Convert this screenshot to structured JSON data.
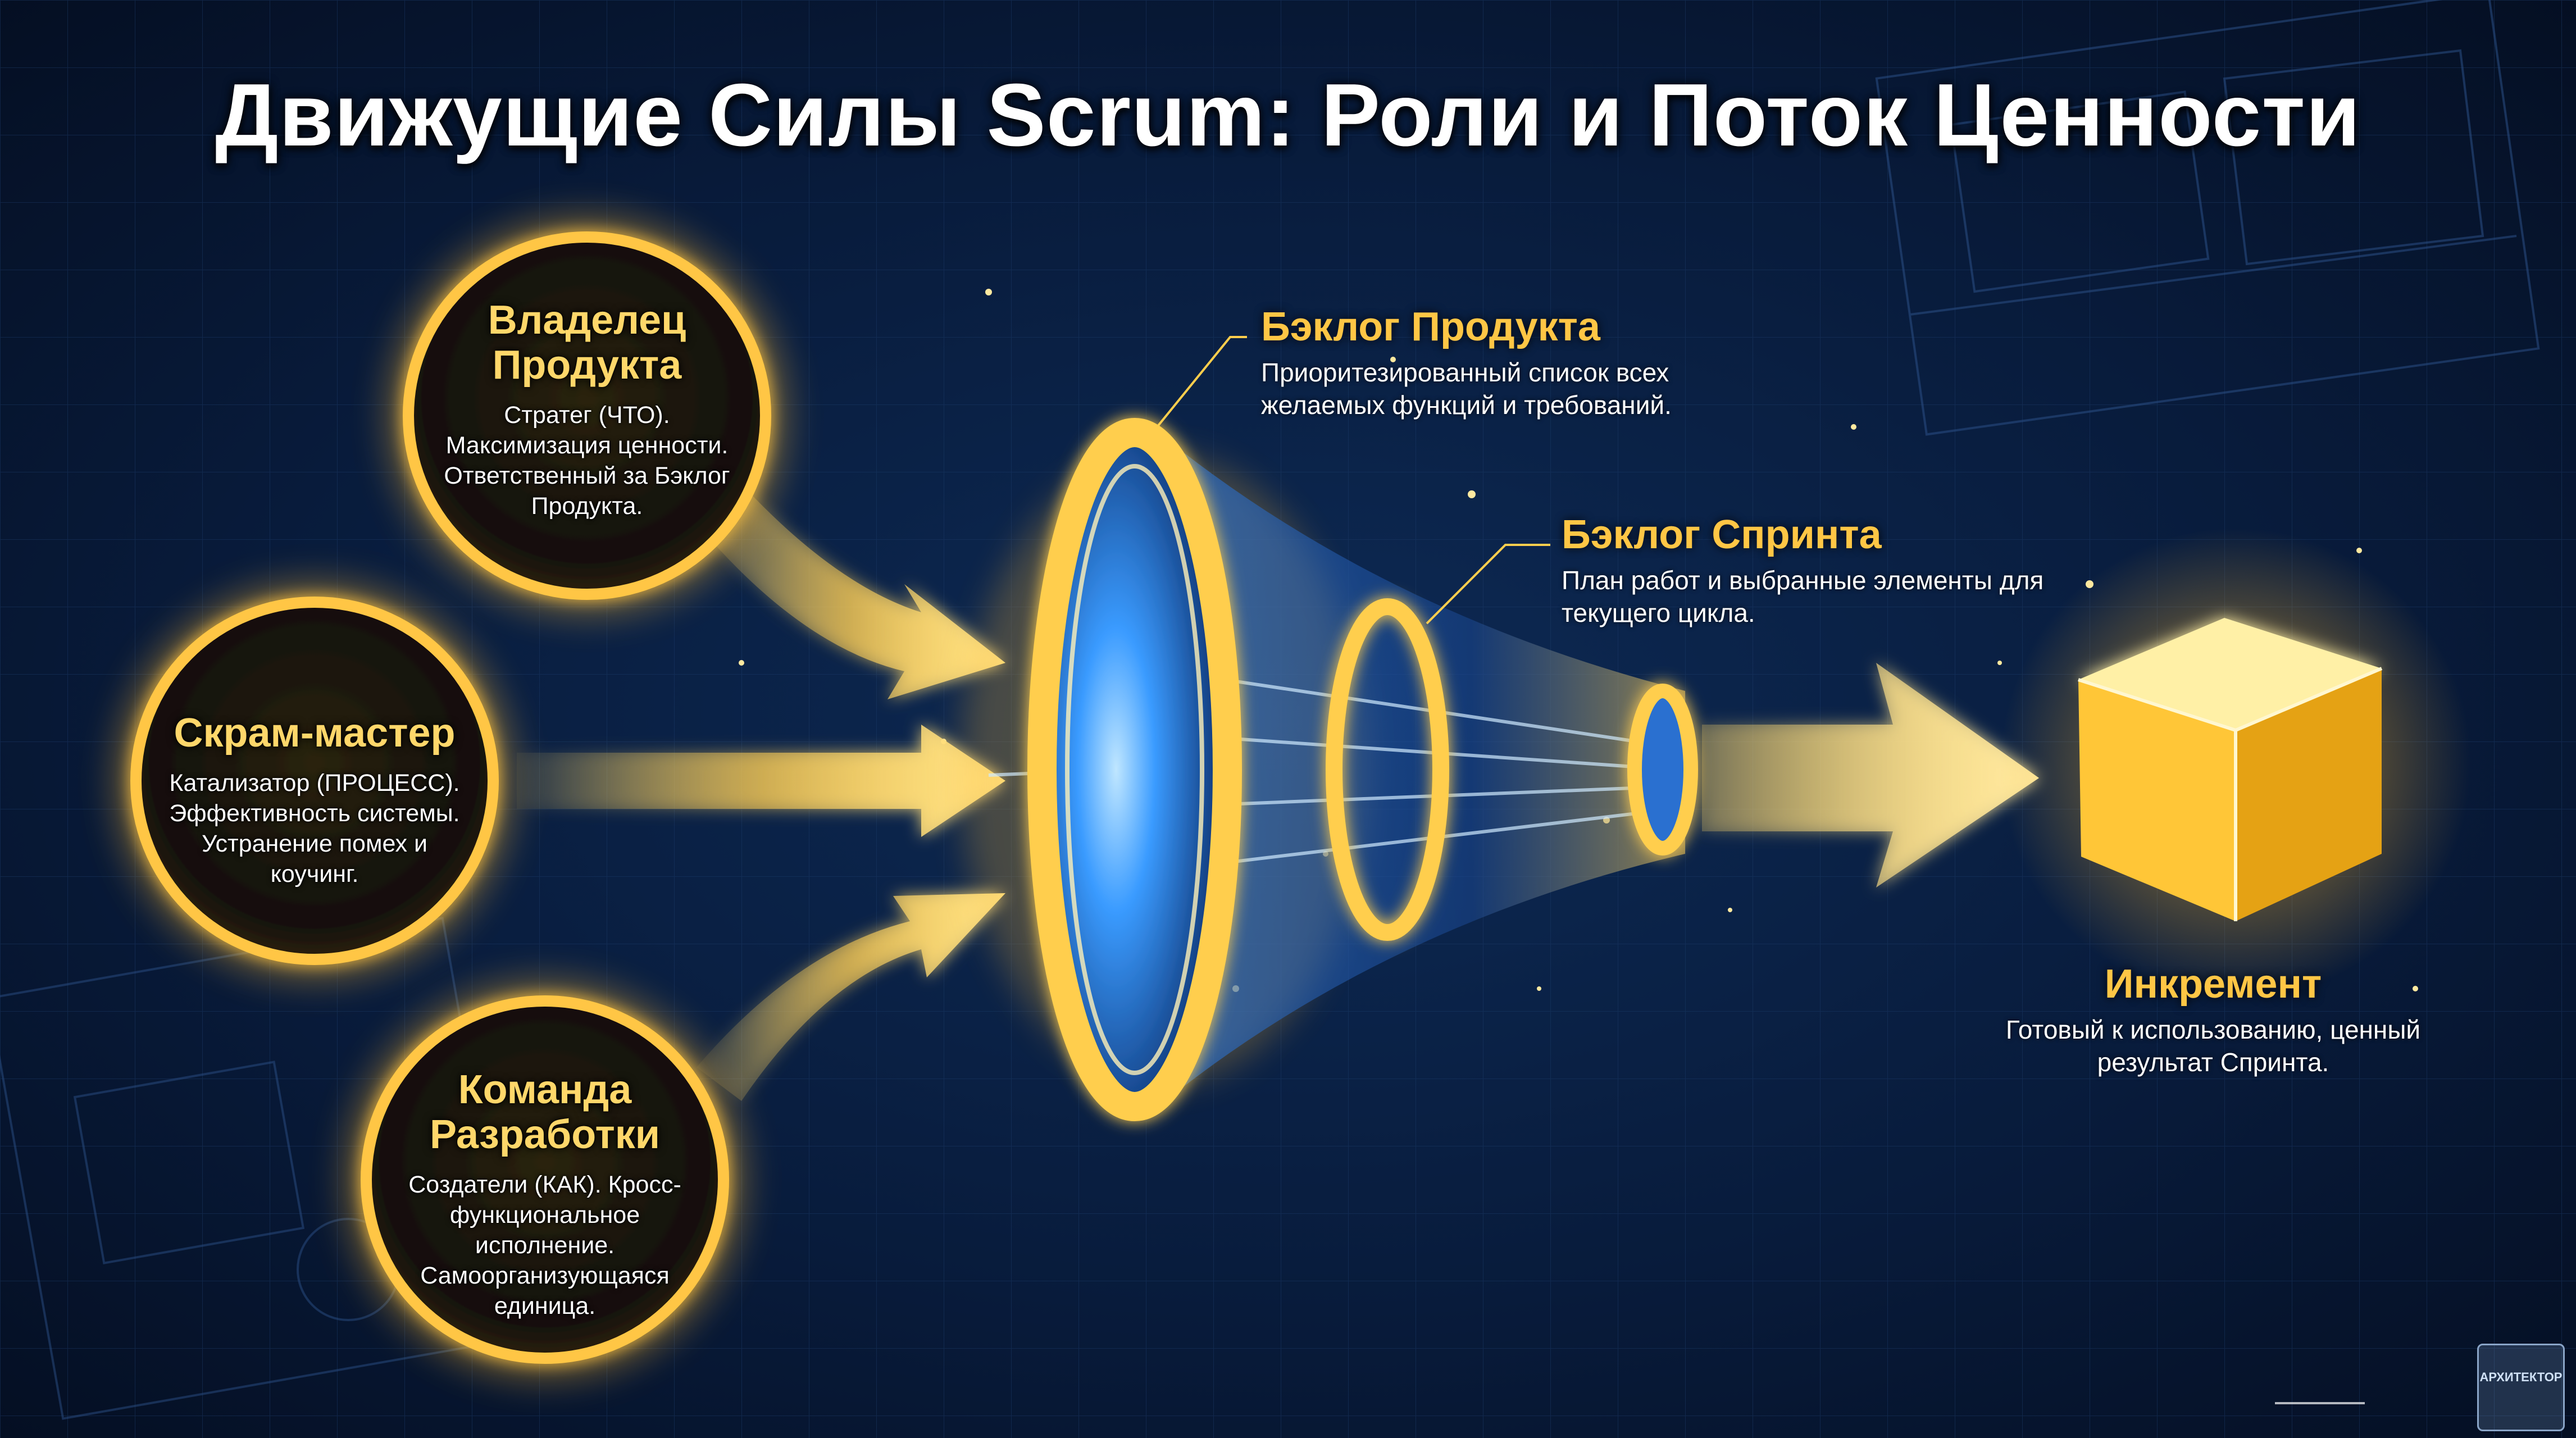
{
  "title": "Движущие Силы Scrum: Роли и Поток Ценности",
  "roles": [
    {
      "name": "Владелец Продукта",
      "description": "Стратег (ЧТО). Максимизация ценности. Ответственный за Бэклог Продукта."
    },
    {
      "name": "Скрам-мастер",
      "description": "Катализатор (ПРОЦЕСС). Эффективность системы. Устранение помех и коучинг."
    },
    {
      "name": "Команда Разработки",
      "description": "Создатели (КАК). Кросс-функциональное исполнение. Самоорганизующаяся единица."
    }
  ],
  "product_backlog": {
    "title": "Бэклог Продукта",
    "description": "Приоритезированный список всех желаемых функций и требований."
  },
  "sprint_backlog": {
    "title": "Бэклог Спринта",
    "description": "План работ и выбранные элементы для текущего цикла."
  },
  "increment": {
    "title": "Инкремент",
    "description": "Готовый к использованию, ценный результат Спринта."
  },
  "watermark": {
    "text": "АРХИТЕКТОР"
  },
  "colors": {
    "background": "#06142c",
    "gold": "#ffc645",
    "gold_light": "#ffe9a0",
    "blue_glow": "#3aa0ff",
    "text": "#ffffff"
  },
  "icons": {
    "arrows": "gold-arrow-icon",
    "funnel": "funnel-icon",
    "increment": "cube-icon"
  }
}
